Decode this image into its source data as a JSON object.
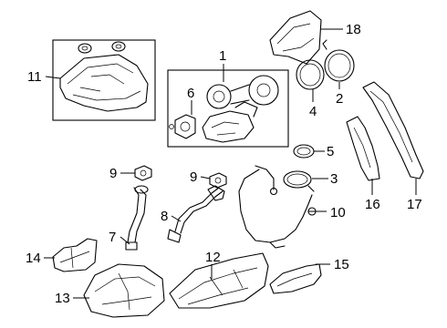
{
  "callouts": {
    "c1": "1",
    "c2": "2",
    "c3": "3",
    "c4": "4",
    "c5": "5",
    "c6": "6",
    "c7": "7",
    "c8": "8",
    "c9a": "9",
    "c9b": "9",
    "c10": "10",
    "c11": "11",
    "c12": "12",
    "c13": "13",
    "c14": "14",
    "c15": "15",
    "c16": "16",
    "c17": "17",
    "c18": "18"
  }
}
